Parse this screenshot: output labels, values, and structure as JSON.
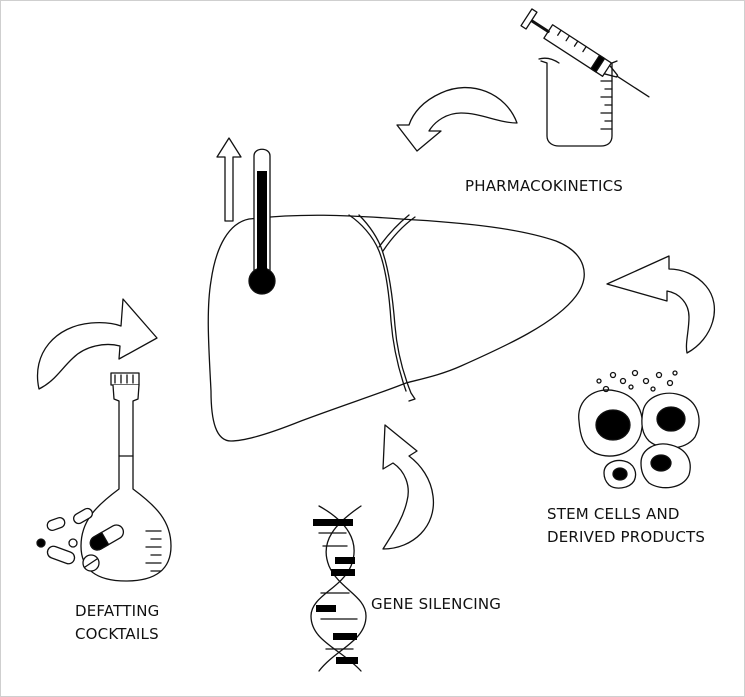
{
  "labels": {
    "pharmacokinetics": "PHARMACOKINETICS",
    "stem_cells_line1": "STEM CELLS AND",
    "stem_cells_line2": "DERIVED PRODUCTS",
    "gene_silencing": "GENE SILENCING",
    "defatting_line1": "DEFATTING",
    "defatting_line2": "COCKTAILS"
  },
  "icons": {
    "center": "liver-icon",
    "temperature": "thermometer-icon",
    "temperature_direction": "up-arrow-icon",
    "pharmacokinetics": "syringe-beaker-icon",
    "stem_cells": "cells-icon",
    "gene_silencing": "dna-helix-icon",
    "defatting": "flask-pills-icon",
    "flow": "curved-arrow-icon"
  },
  "colors": {
    "stroke": "#111111",
    "fill": "#ffffff",
    "dark": "#000000"
  }
}
